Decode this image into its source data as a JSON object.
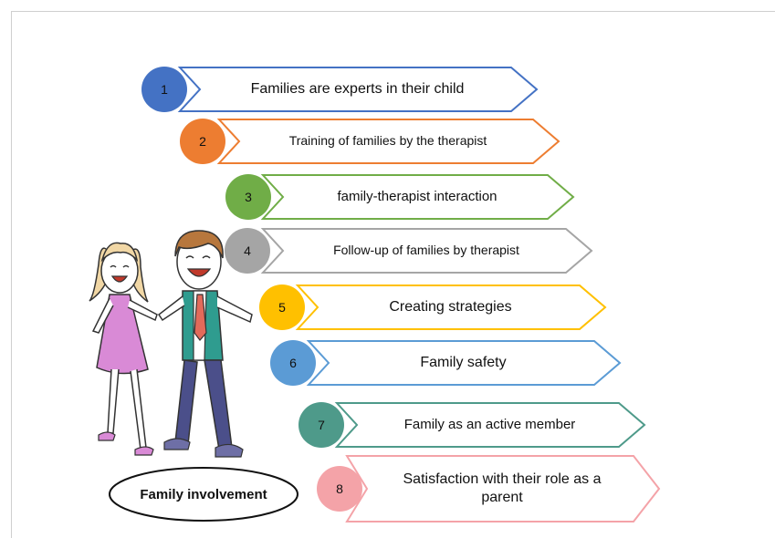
{
  "title": "Family involvement",
  "steps": [
    {
      "number": "1",
      "label": "Families are experts in their child",
      "color": "#4472c4"
    },
    {
      "number": "2",
      "label": "Training of families by the therapist",
      "color": "#ed7d31"
    },
    {
      "number": "3",
      "label": "family-therapist interaction",
      "color": "#70ad47"
    },
    {
      "number": "4",
      "label": "Follow-up of families by therapist",
      "color": "#a5a5a5"
    },
    {
      "number": "5",
      "label": "Creating strategies",
      "color": "#ffc000"
    },
    {
      "number": "6",
      "label": "Family safety",
      "color": "#5b9bd5"
    },
    {
      "number": "7",
      "label": "Family as an active member",
      "color": "#4e9a8a"
    },
    {
      "number": "8",
      "label": "Satisfaction with their role as a parent",
      "color": "#f4a3a8"
    }
  ]
}
